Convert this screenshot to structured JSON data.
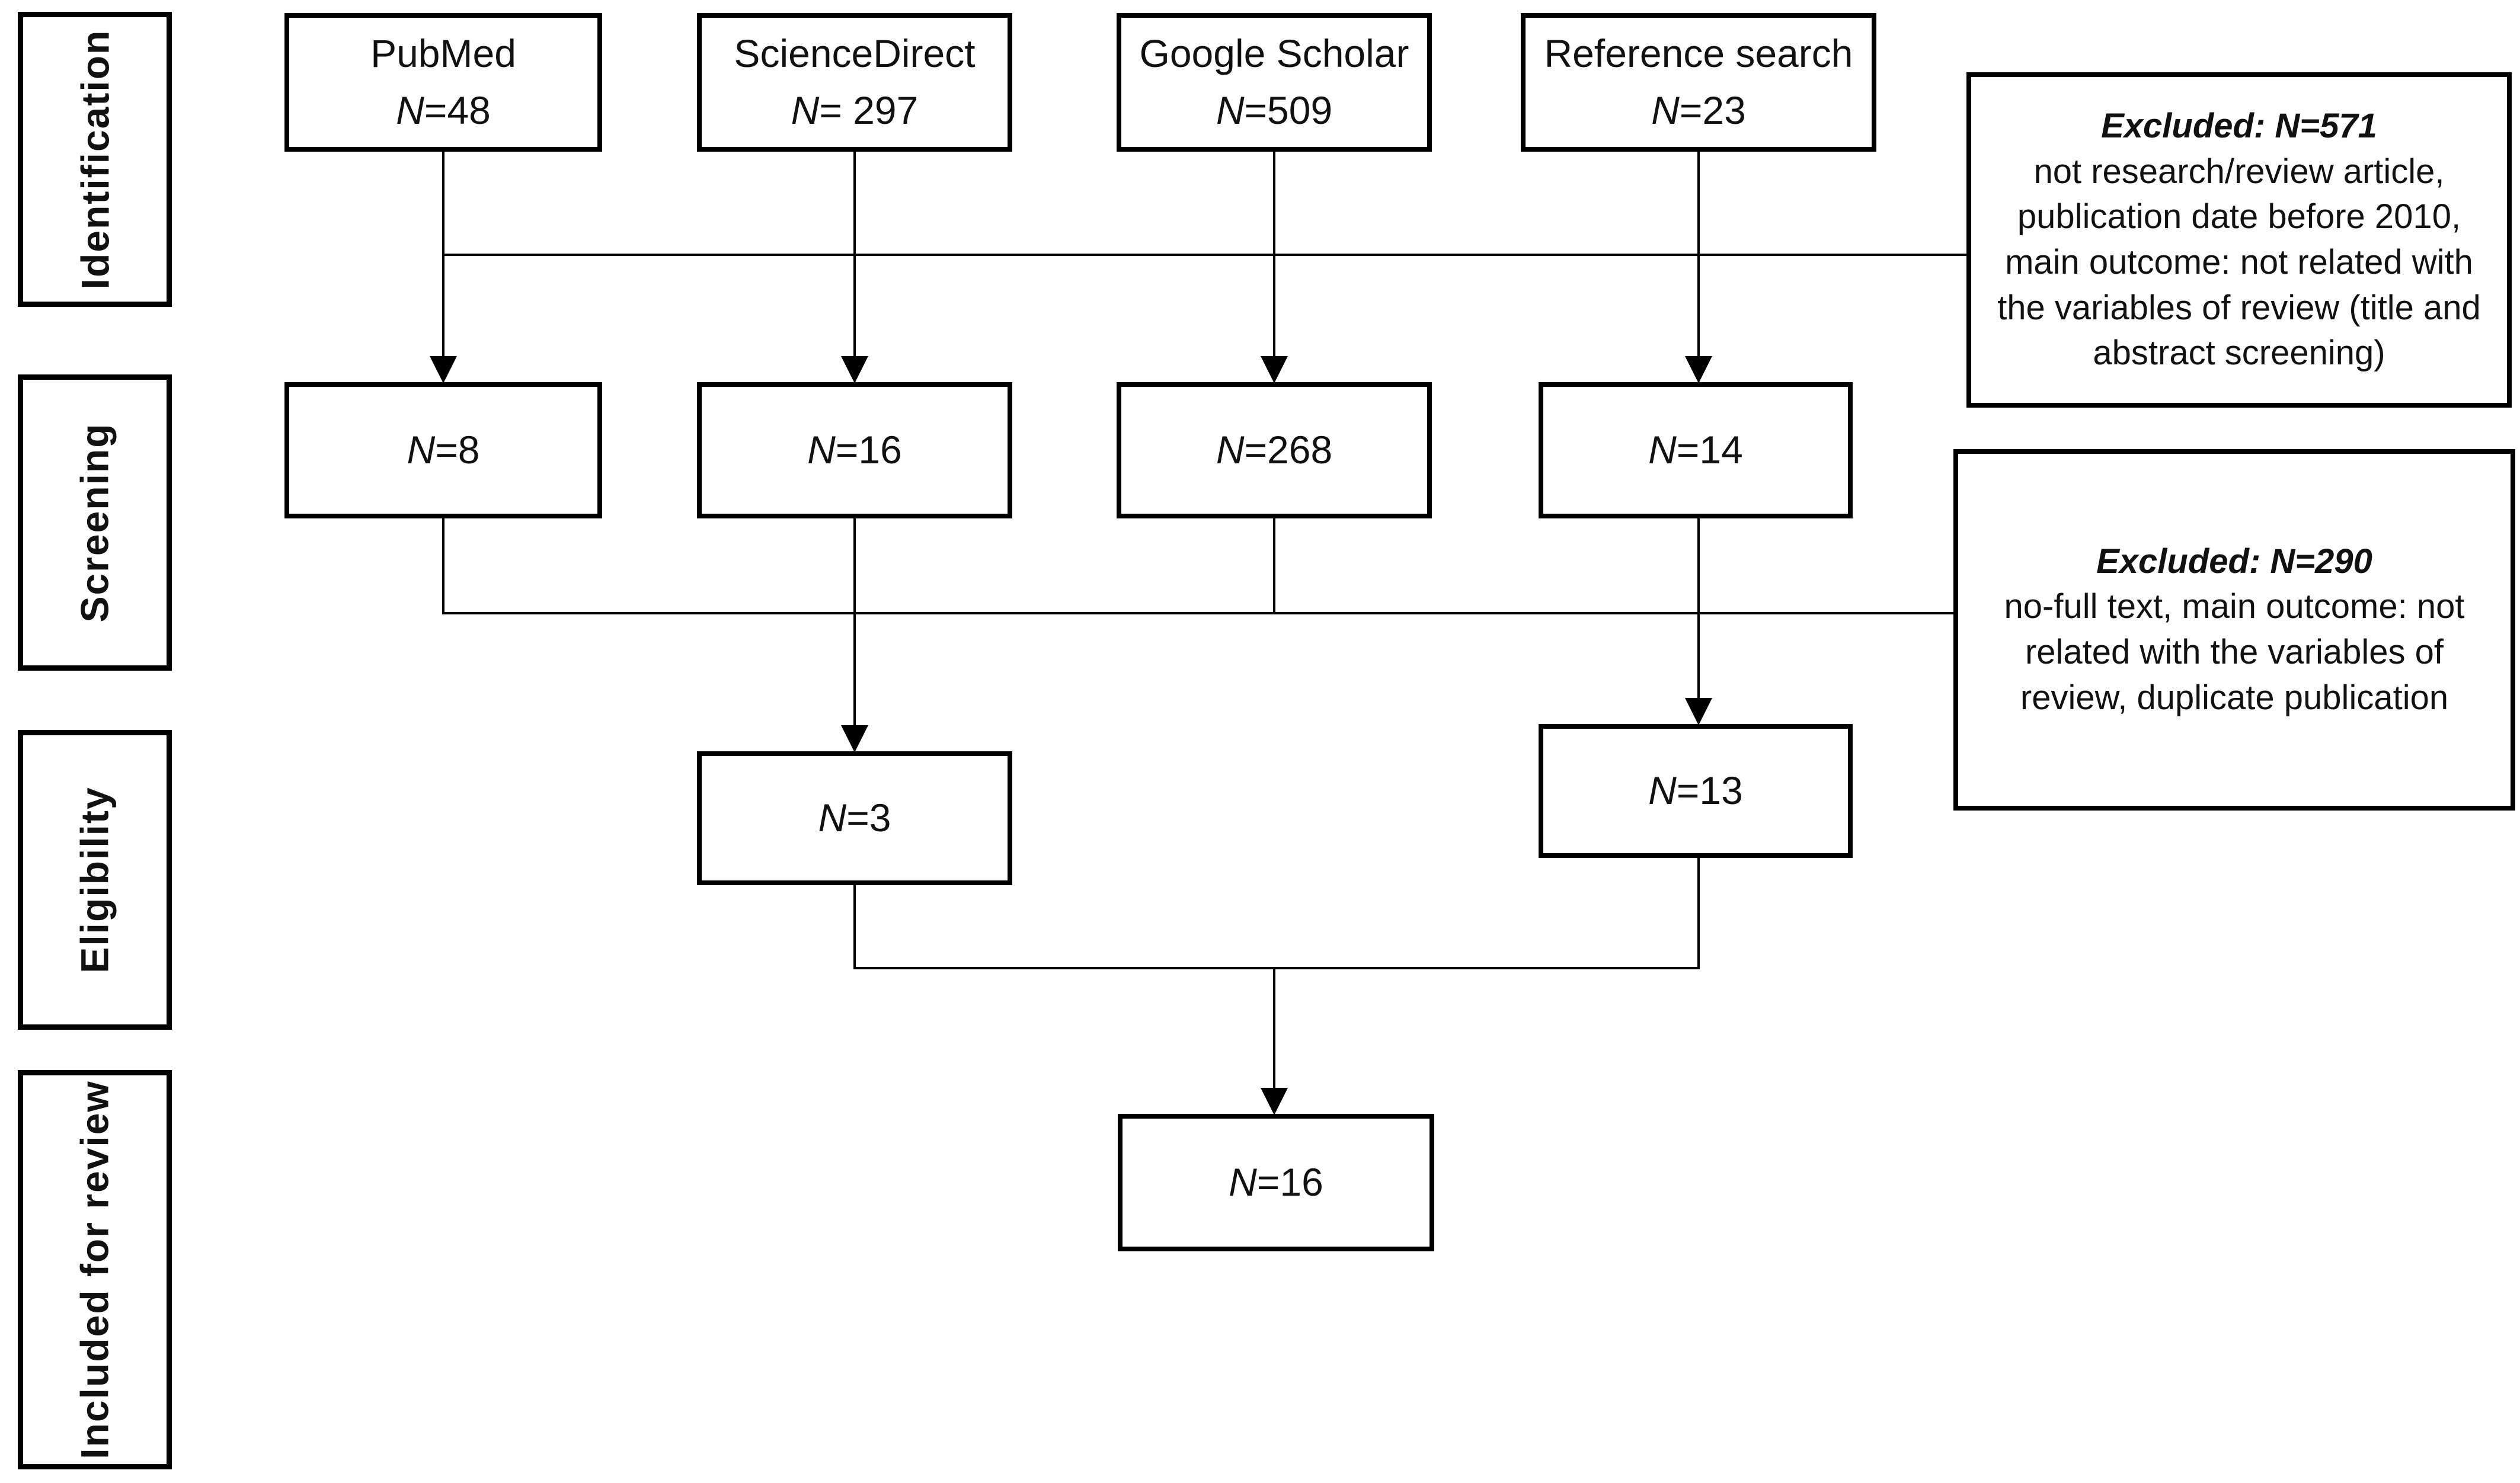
{
  "sidebar": {
    "stages": [
      {
        "label": "Identification"
      },
      {
        "label": "Screening"
      },
      {
        "label": "Eligibility"
      },
      {
        "label": "Included for review"
      }
    ]
  },
  "sources": [
    {
      "name": "PubMed",
      "count": "N=48"
    },
    {
      "name": "ScienceDirect",
      "count": "N= 297"
    },
    {
      "name": "Google Scholar",
      "count": "N=509"
    },
    {
      "name": "Reference search",
      "count": "N=23"
    }
  ],
  "screening": [
    {
      "count": "N=8"
    },
    {
      "count": "N=16"
    },
    {
      "count": "N=268"
    },
    {
      "count": "N=14"
    }
  ],
  "eligibility": [
    {
      "count": "N=3"
    },
    {
      "count": "N=13"
    }
  ],
  "included": {
    "count": "N=16"
  },
  "exclusions": [
    {
      "title": "Excluded: N=571",
      "reasons": "not research/review article, publication date before 2010, main outcome: not related with the variables of review (title and abstract screening)"
    },
    {
      "title": "Excluded: N=290",
      "reasons": "no-full text, main outcome: not related with the variables of review, duplicate publication"
    }
  ],
  "colors": {
    "background": "#ffffff",
    "line": "#000000",
    "text": "#111111"
  }
}
